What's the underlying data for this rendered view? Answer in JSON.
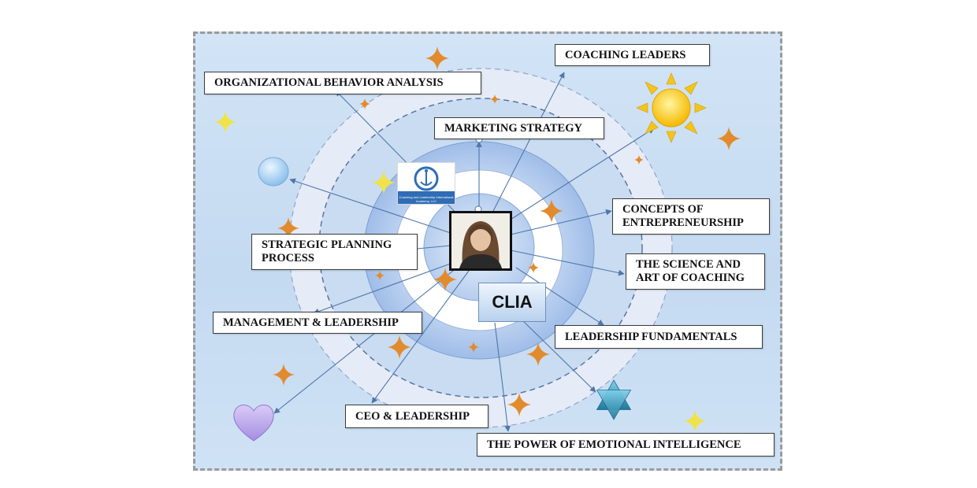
{
  "center": {
    "title": "CLIA"
  },
  "logo": {
    "caption": "Coaching and Leadership International Academy, LLC"
  },
  "topics": {
    "organizational_behavior": "ORGANIZATIONAL BEHAVIOR ANALYSIS",
    "coaching_leaders": "COACHING LEADERS",
    "marketing_strategy": "MARKETING STRATEGY",
    "concepts_line1": "CONCEPTS OF",
    "concepts_line2": "ENTREPRENEURSHIP",
    "strategic_line1": "STRATEGIC PLANNING",
    "strategic_line2": "PROCESS",
    "science_line1": "THE SCIENCE AND",
    "science_line2": "ART OF COACHING",
    "management_leadership": "MANAGEMENT & LEADERSHIP",
    "leadership_fundamentals": "LEADERSHIP FUNDAMENTALS",
    "ceo_leadership": "CEO & LEADERSHIP",
    "emotional_intelligence": "THE POWER OF EMOTIONAL INTELLIGENCE"
  },
  "decorations": {
    "sun": "sun-icon",
    "heart": "heart-icon",
    "star_of_david": "star-of-david-icon",
    "sparkles": "sparkle-star-icon",
    "bubble": "circle-bubble-icon"
  },
  "colors": {
    "background": "#c9dcf2",
    "arrow": "#4f77a8",
    "ring_dark": "#a9c4eb",
    "ring_light": "#ffffff",
    "sun": "#f9c200",
    "heart": "#b9a3ea",
    "star_of_david": "#2e8fb0",
    "sparkle_orange": "#e08a2a",
    "sparkle_yellow": "#f3e64a"
  }
}
